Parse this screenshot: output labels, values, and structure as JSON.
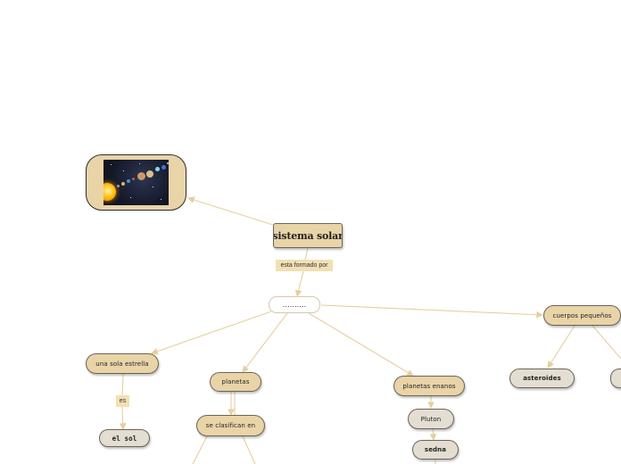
{
  "image_node": {
    "icon": "solar-system-image"
  },
  "nodes": {
    "sistema_solar": "sistema solar",
    "hub": "..........",
    "una_sola_estrella": "una sola estrella",
    "el_sol": "el sol",
    "planetas": "planetas",
    "se_clasifican_en": "se clasifican en",
    "planetas_enanos": "planetas enanos",
    "pluton": "Pluton",
    "sedna": "sedna",
    "cuerpos_pequenos": "cuerpos pequeños",
    "asteroides": "asteroides"
  },
  "link_labels": {
    "esta_formado_por": "esta formado por",
    "es": "es"
  },
  "colors": {
    "node_fill": "#e9d4a8",
    "leaf_fill": "#e3ddd2",
    "connector": "#e6cf9e",
    "border": "#6e6457"
  }
}
